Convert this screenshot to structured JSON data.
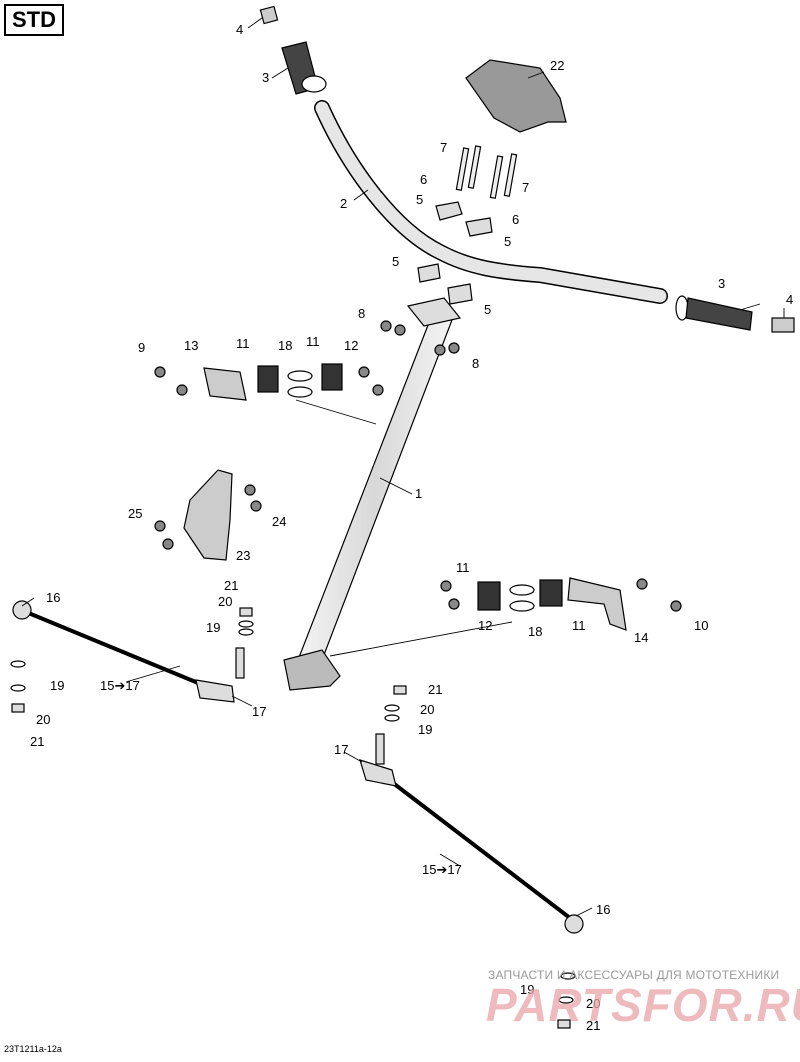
{
  "header": {
    "variant": "STD"
  },
  "footer": {
    "drawing_code": "23T1211a-12a"
  },
  "watermark": {
    "tagline": "ЗАПЧАСТИ И АКСЕССУАРЫ ДЛЯ МОТОТЕХНИКИ",
    "logo": "PARTSFOR.RU"
  },
  "callouts": {
    "c1": "1",
    "c2": "2",
    "c3a": "3",
    "c3b": "3",
    "c4a": "4",
    "c4b": "4",
    "c5a": "5",
    "c5b": "5",
    "c5c": "5",
    "c5d": "5",
    "c6a": "6",
    "c6b": "6",
    "c7a": "7",
    "c7b": "7",
    "c8a": "8",
    "c8b": "8",
    "c9": "9",
    "c10": "10",
    "c11a": "11",
    "c11b": "11",
    "c11c": "11",
    "c11d": "11",
    "c12a": "12",
    "c12b": "12",
    "c13": "13",
    "c14": "14",
    "c15a": "15➔17",
    "c15b": "15➔17",
    "c16a": "16",
    "c16b": "16",
    "c17a": "17",
    "c17b": "17",
    "c18a": "18",
    "c18b": "18",
    "c19a": "19",
    "c19b": "19",
    "c19c": "19",
    "c19d": "19",
    "c20a": "20",
    "c20b": "20",
    "c20c": "20",
    "c20d": "20",
    "c21a": "21",
    "c21b": "21",
    "c21c": "21",
    "c21d": "21",
    "c22": "22",
    "c23": "23",
    "c24": "24",
    "c25": "25"
  },
  "colors": {
    "line": "#000000",
    "part_fill": "#dedede",
    "part_dark": "#555555",
    "watermark_red": "#e9a3a8"
  }
}
